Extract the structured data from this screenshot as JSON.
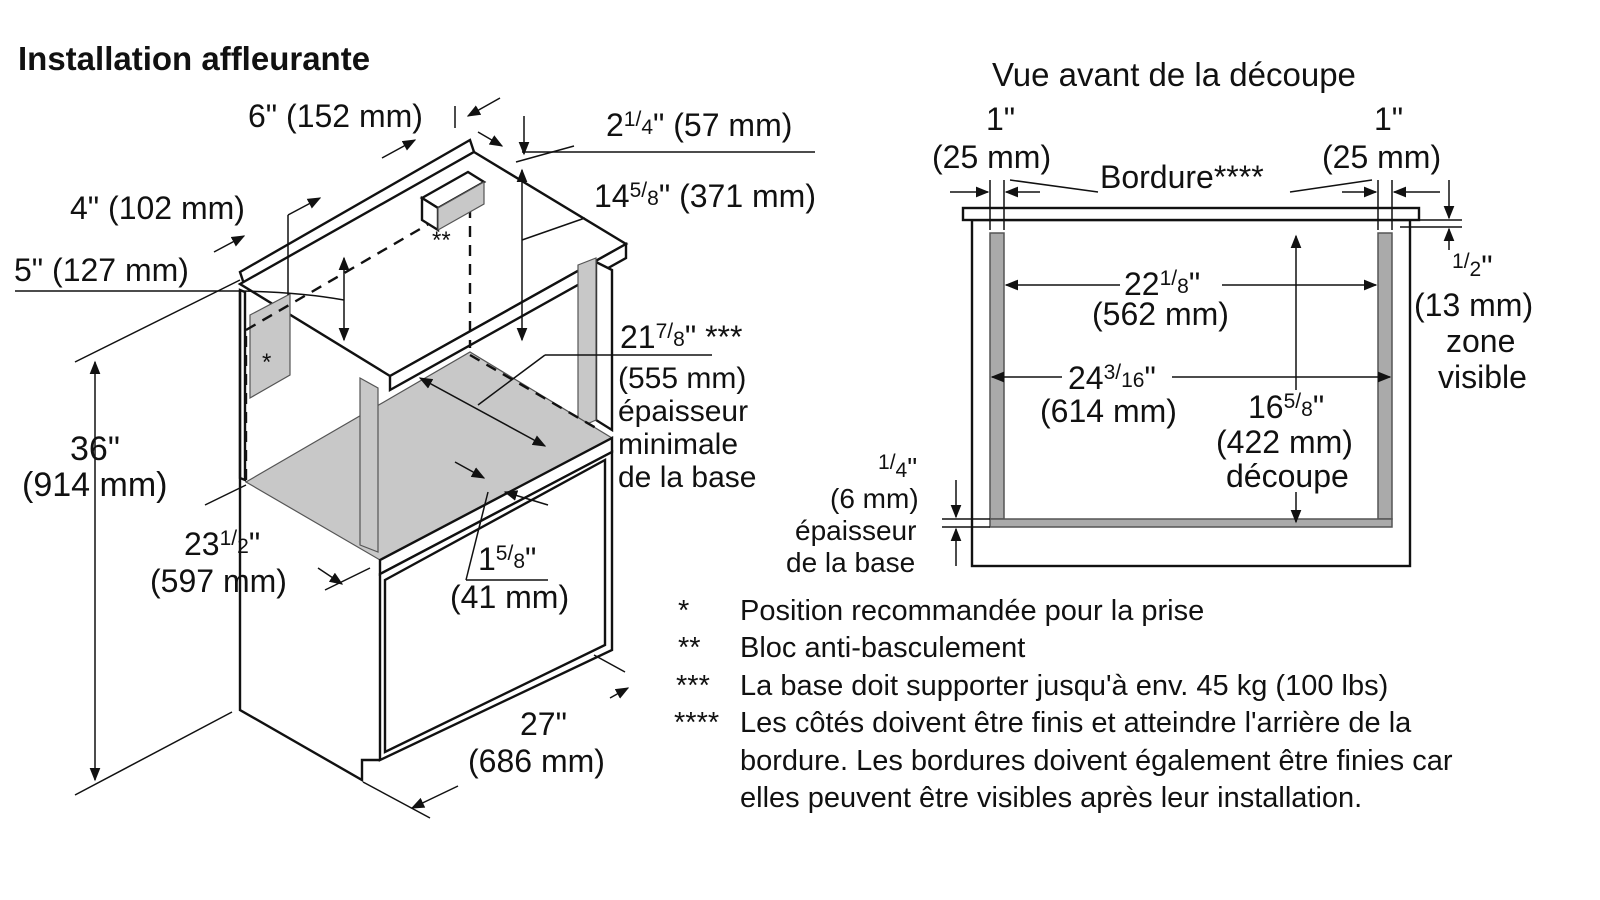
{
  "left": {
    "title": "Installation affleurante",
    "dims": {
      "d6_in": "6\"",
      "d6_mm": "(152 mm)",
      "d214_whole": "2",
      "d214_num": "1",
      "d214_den": "4",
      "d214_tail": "\" (57 mm)",
      "d1458_whole": "14",
      "d1458_num": "5",
      "d1458_den": "8",
      "d1458_tail": "\" (371 mm)",
      "d4": "4\" (102 mm)",
      "d5": "5\" (127 mm)",
      "d36_in": "36\"",
      "d36_mm": "(914 mm)",
      "d2178_whole": "21",
      "d2178_num": "7",
      "d2178_den": "8",
      "d2178_tail": "\" ***",
      "d2178_mm": "(555 mm)",
      "base_l1": "épaisseur",
      "base_l2": "minimale",
      "base_l3": "de la base",
      "d2312_whole": "23",
      "d2312_num": "1",
      "d2312_den": "2",
      "d2312_tail": "\"",
      "d2312_mm": "(597 mm)",
      "d158_whole": "1",
      "d158_num": "5",
      "d158_den": "8",
      "d158_tail": "\"",
      "d158_mm": "(41 mm)",
      "d27_in": "27\"",
      "d27_mm": "(686 mm)",
      "mark_star": "*",
      "mark_2star": "**"
    }
  },
  "right": {
    "title": "Vue avant de la découpe",
    "left_in": "1\"",
    "left_mm": "(25 mm)",
    "right_in": "1\"",
    "right_mm": "(25 mm)",
    "bordure": "Bordure****",
    "w_whole": "22",
    "w_num": "1",
    "w_den": "8",
    "w_tail": "\"",
    "w_mm": "(562 mm)",
    "o_whole": "24",
    "o_num": "3",
    "o_den": "16",
    "o_tail": "\"",
    "o_mm": "(614 mm)",
    "h_whole": "16",
    "h_num": "5",
    "h_den": "8",
    "h_tail": "\"",
    "h_mm": "(422 mm)",
    "h_label": "découpe",
    "half_num": "1",
    "half_den": "2",
    "half_tail": "\"",
    "half_mm": "(13 mm)",
    "half_l1": "zone",
    "half_l2": "visible",
    "q_num": "1",
    "q_den": "4",
    "q_tail": "\"",
    "q_mm": "(6 mm)",
    "q_l1": "épaisseur",
    "q_l2": "de la base"
  },
  "notes": [
    {
      "mark": "*",
      "text": "Position recommandée pour la prise"
    },
    {
      "mark": "**",
      "text": "Bloc anti-basculement"
    },
    {
      "mark": "***",
      "text": "La base doit supporter jusqu'à env. 45 kg (100 lbs)"
    },
    {
      "mark": "****",
      "text": "Les côtés doivent être finis et atteindre l'arrière de la"
    },
    {
      "mark": "",
      "text": "bordure. Les bordures doivent également être finies car"
    },
    {
      "mark": "",
      "text": "elles peuvent être visibles après leur installation."
    }
  ]
}
